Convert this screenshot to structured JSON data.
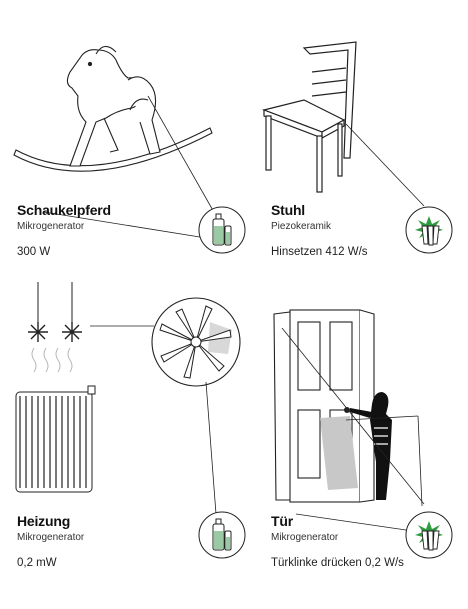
{
  "panels": [
    {
      "title": "Schaukelpferd",
      "subtitle": "Mikrogenerator",
      "value": "300 W",
      "icon": "battery-icon"
    },
    {
      "title": "Stuhl",
      "subtitle": "Piezokeramik",
      "value": "Hinsetzen 412 W/s",
      "icon": "green-spark-icon"
    },
    {
      "title": "Heizung",
      "subtitle": "Mikrogenerator",
      "value": "0,2 mW",
      "icon": "battery-icon"
    },
    {
      "title": "Tür",
      "subtitle": "Mikrogenerator",
      "value": "Türklinke drücken 0,2 W/s",
      "icon": "green-spark-icon"
    }
  ],
  "colors": {
    "ink": "#222222",
    "accent_green": "#2e9b3e",
    "battery_green": "#9bc9a4",
    "shadow": "#c8c8c8"
  }
}
